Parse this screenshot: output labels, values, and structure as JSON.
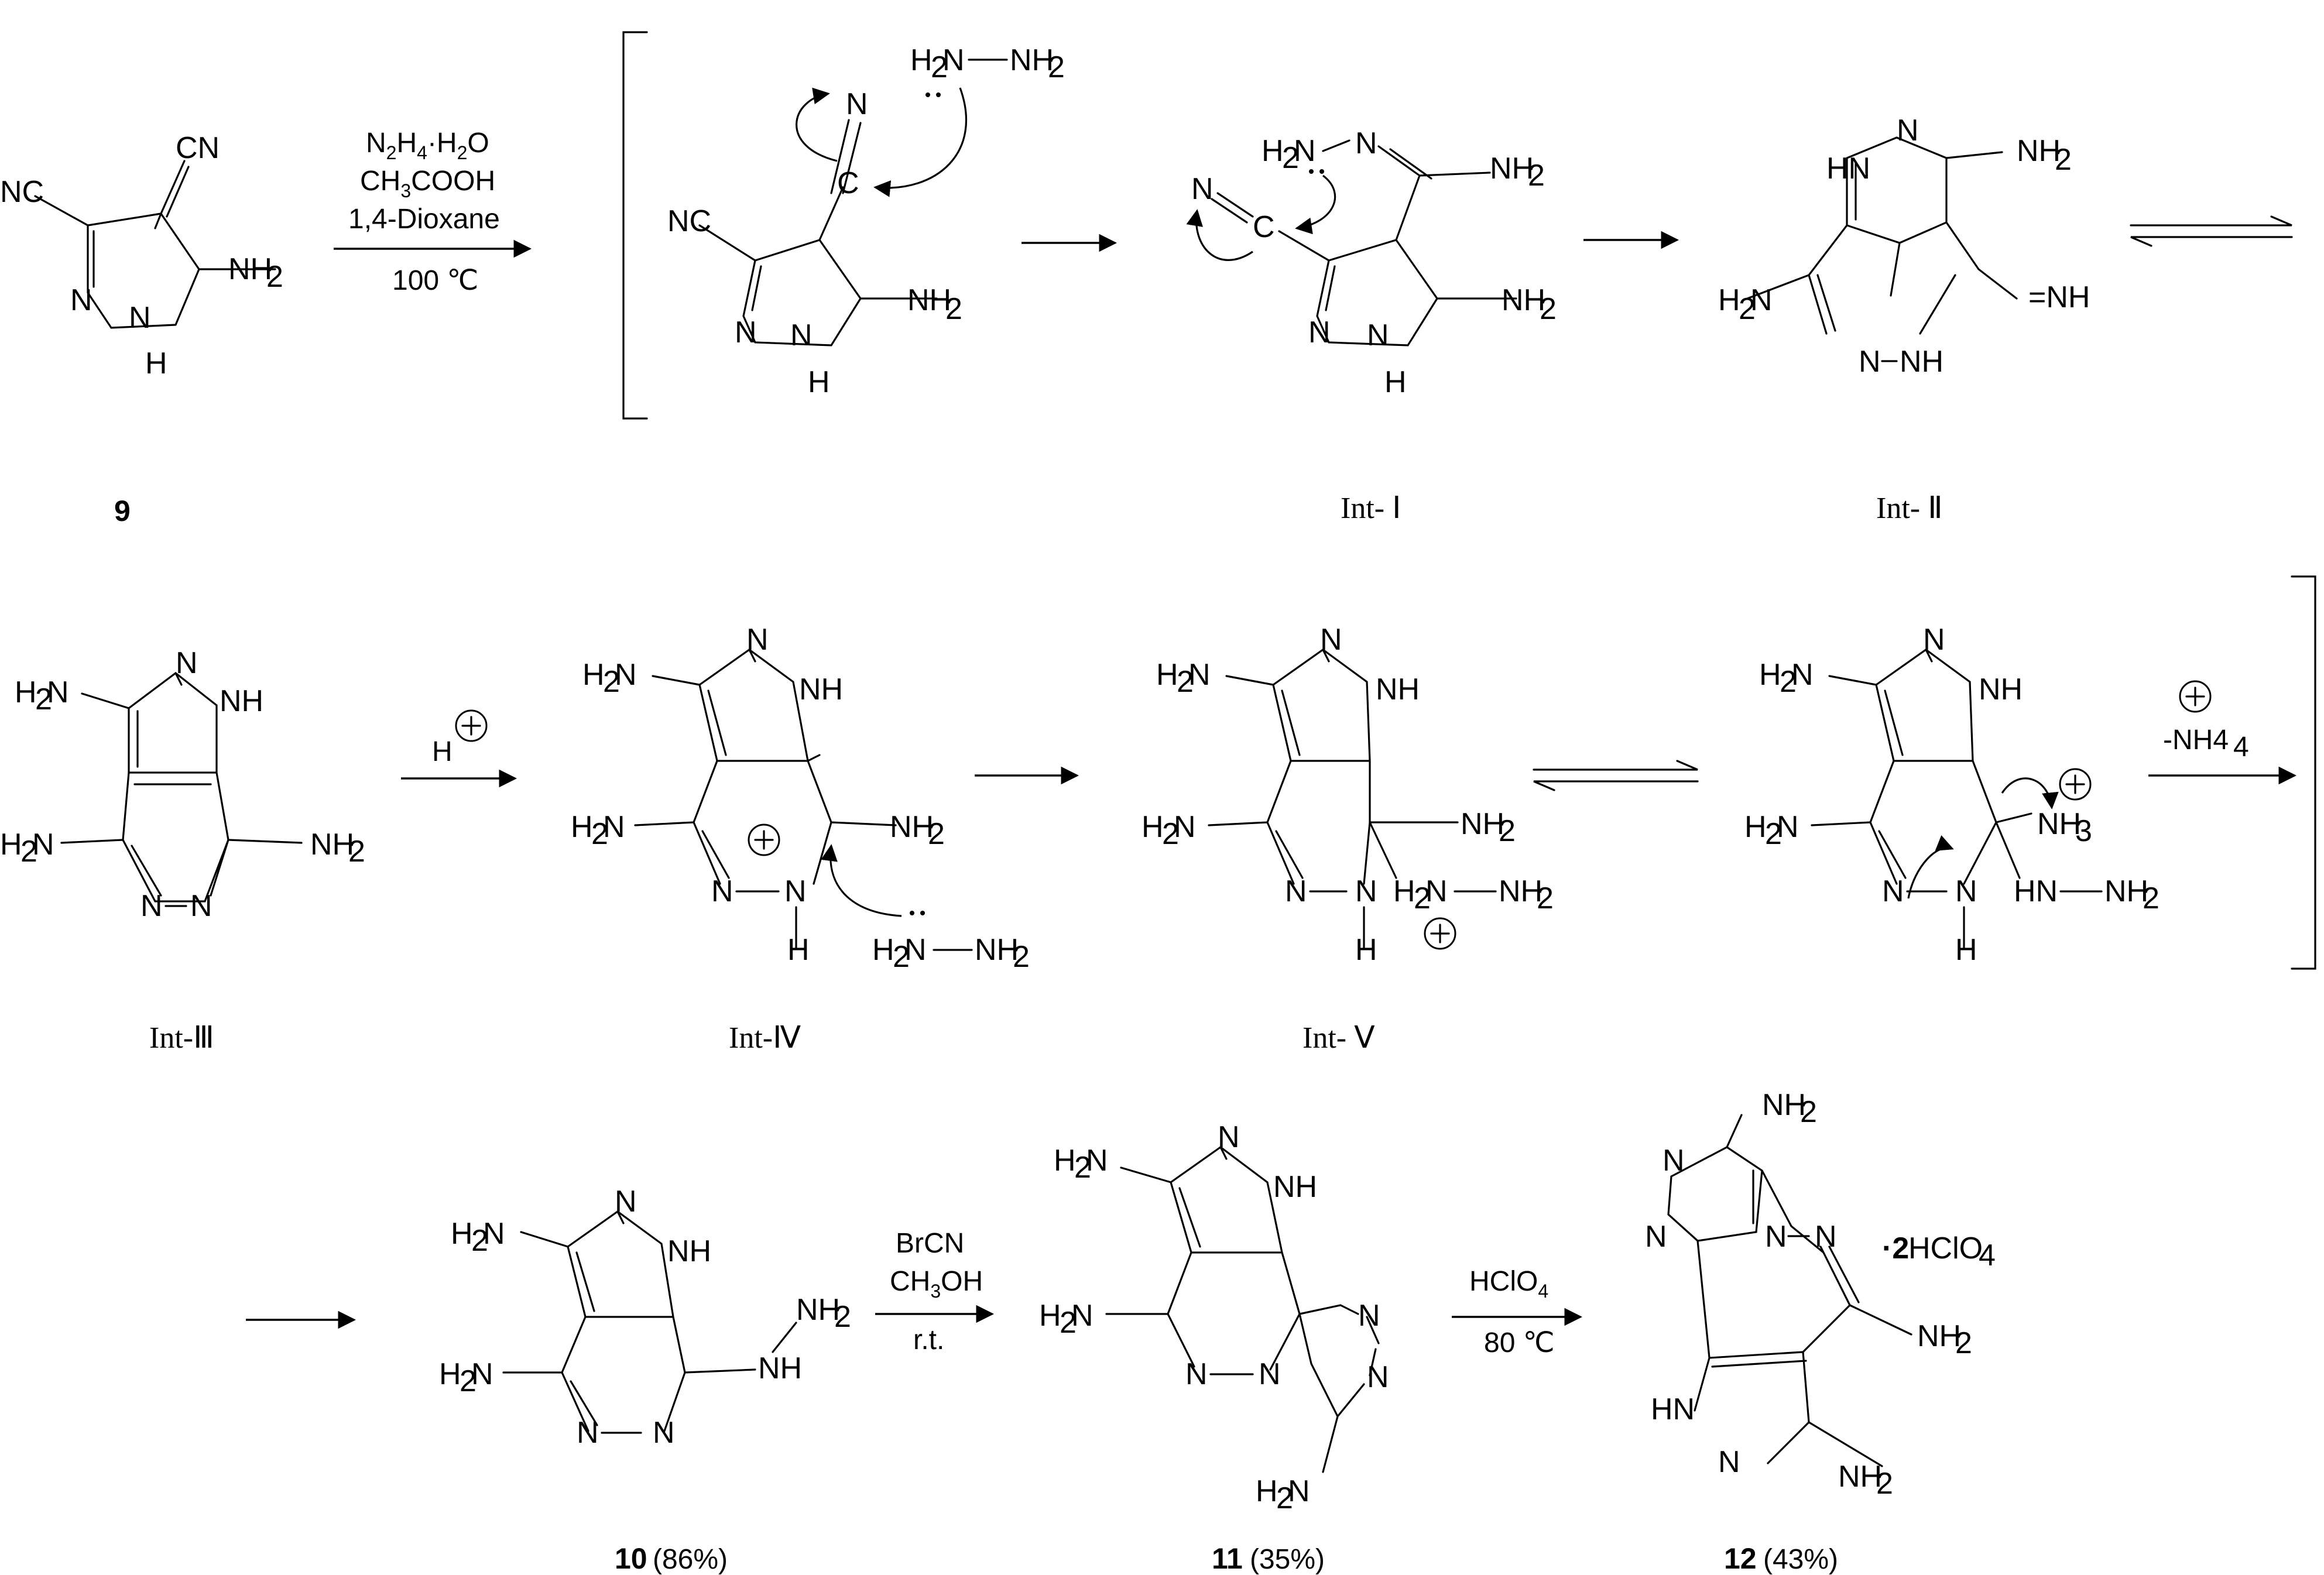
{
  "conditions": {
    "step1": [
      "N2H4·H2O",
      "CH3COOH",
      "1,4-Dioxane",
      "100 ℃"
    ],
    "step_protonation": "H",
    "step_ammonia_loss": "-NH4",
    "step_brcn": [
      "BrCN",
      "CH3OH",
      "r.t."
    ],
    "step_hclo4": [
      "HClO4",
      "80 ℃"
    ]
  },
  "labels": {
    "c9": "9",
    "int1": "Int- Ⅰ",
    "int2": "Int- Ⅱ",
    "int3": "Int-Ⅲ",
    "int4": "Int-Ⅳ",
    "int5": "Int- Ⅴ"
  },
  "products": [
    {
      "id": "10",
      "yield": "(86%)"
    },
    {
      "id": "11",
      "yield": "(35%)"
    },
    {
      "id": "12",
      "yield": "(43%)"
    }
  ],
  "salt_label": "·2HClO4"
}
